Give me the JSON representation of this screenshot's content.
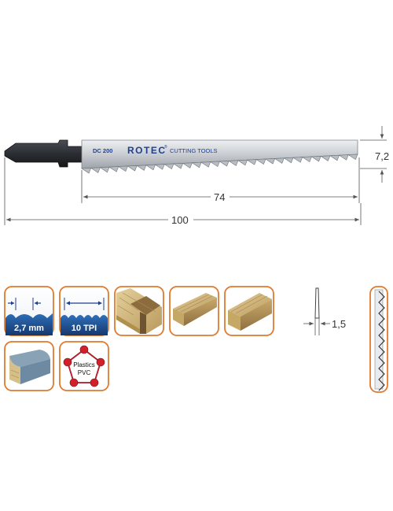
{
  "blade": {
    "model": "DC 200",
    "brand": "ROTEC",
    "registered_mark": "®",
    "tagline": "CUTTING TOOLS"
  },
  "dimensions": {
    "blade_height": "7,2",
    "cutting_length": "74",
    "total_length": "100",
    "thickness": "1,5"
  },
  "tiles": {
    "tooth_pitch": "2,7 mm",
    "tpi": "10 TPI",
    "material_line1": "Plastics",
    "material_line2": "PVC"
  },
  "colors": {
    "tile_border": "#e07a2f",
    "blade_steel": "#c9cdd2",
    "shank": "#2b2e33",
    "brand_blue": "#1f3f8f",
    "dimension_line": "#555555",
    "wood_light": "#d8c08a",
    "wood_dark": "#a98a4e",
    "pvc_node": "#d21f2a"
  },
  "icons": [
    "tooth-pitch-icon",
    "tpi-icon",
    "wood-joint-icon",
    "wood-plank-icon",
    "wood-plank-icon",
    "curved-board-icon",
    "plastics-pvc-icon"
  ]
}
